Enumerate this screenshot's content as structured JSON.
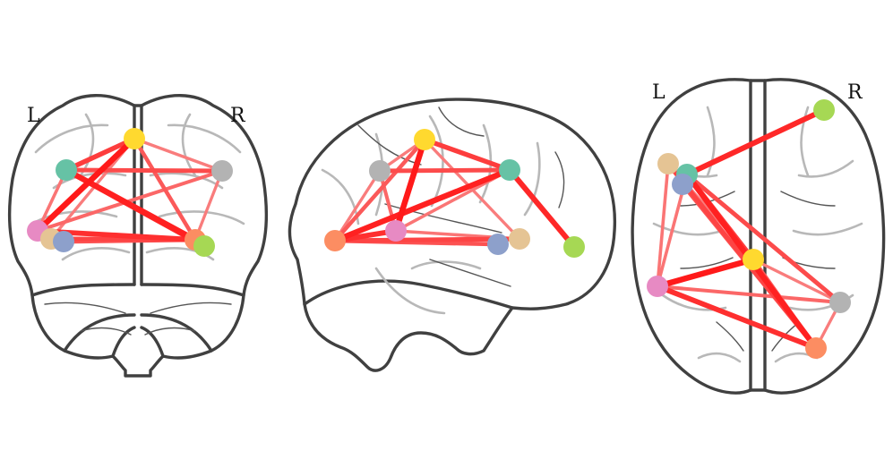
{
  "views": [
    {
      "id": "coronal",
      "left_label": "L",
      "right_label": "R"
    },
    {
      "id": "sagittal"
    },
    {
      "id": "axial",
      "left_label": "L",
      "right_label": "R"
    }
  ],
  "nodes": [
    {
      "id": "n-yellow",
      "color": "#ffd92f"
    },
    {
      "id": "n-teal",
      "color": "#66c2a5"
    },
    {
      "id": "n-gray",
      "color": "#b3b3b3"
    },
    {
      "id": "n-pink",
      "color": "#e78ac3"
    },
    {
      "id": "n-tan",
      "color": "#e5c494"
    },
    {
      "id": "n-blue",
      "color": "#8da0cb"
    },
    {
      "id": "n-orange",
      "color": "#fc8d62"
    },
    {
      "id": "n-green",
      "color": "#a6d854"
    }
  ],
  "edges": [
    {
      "source": "n-yellow",
      "target": "n-pink",
      "strength": 1.0
    },
    {
      "source": "n-teal",
      "target": "n-orange",
      "strength": 0.95
    },
    {
      "source": "n-yellow",
      "target": "n-teal",
      "strength": 0.75
    },
    {
      "source": "n-yellow",
      "target": "n-orange",
      "strength": 0.55
    },
    {
      "source": "n-yellow",
      "target": "n-gray",
      "strength": 0.3
    },
    {
      "source": "n-teal",
      "target": "n-gray",
      "strength": 0.65
    },
    {
      "source": "n-gray",
      "target": "n-pink",
      "strength": 0.45
    },
    {
      "source": "n-gray",
      "target": "n-orange",
      "strength": 0.3
    },
    {
      "source": "n-pink",
      "target": "n-orange",
      "strength": 0.85
    },
    {
      "source": "n-tan",
      "target": "n-orange",
      "strength": 0.7
    },
    {
      "source": "n-blue",
      "target": "n-orange",
      "strength": 0.6
    },
    {
      "source": "n-teal",
      "target": "n-green",
      "strength": 0.9
    },
    {
      "source": "n-teal",
      "target": "n-pink",
      "strength": 0.35
    },
    {
      "source": "n-tan",
      "target": "n-pink",
      "strength": 0.35
    },
    {
      "source": "n-yellow",
      "target": "n-tan",
      "strength": 0.3
    },
    {
      "source": "n-pink",
      "target": "n-yellow",
      "strength": 0.2
    }
  ],
  "colors": {
    "outline": "#404040",
    "strong_edge": "#ff1a1a",
    "weak_edge": "#f7a6a6"
  }
}
